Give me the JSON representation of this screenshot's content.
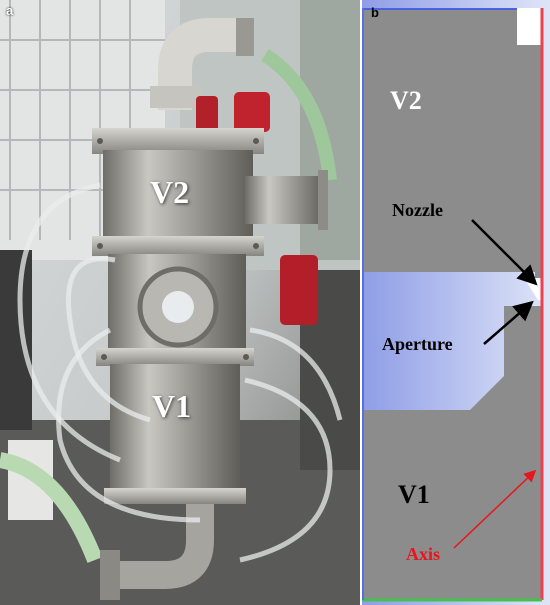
{
  "panels": {
    "a": {
      "letter": "a",
      "labels": {
        "upper_chamber": "V2",
        "lower_chamber": "V1"
      }
    },
    "b": {
      "letter": "b",
      "labels": {
        "upper_chamber": "V2",
        "lower_chamber": "V1",
        "nozzle": "Nozzle",
        "aperture": "Aperture",
        "axis": "Axis"
      }
    }
  },
  "colors": {
    "chamber_fill": "#8c8c8c",
    "gradient_light": "#cdd6f3",
    "gradient_dark": "#8e9de6",
    "axis_red": "#e8141e",
    "edge_red": "#f04050",
    "edge_blue": "#4a62e0",
    "edge_green": "#45c04a",
    "steel": "#a9a7a2"
  }
}
